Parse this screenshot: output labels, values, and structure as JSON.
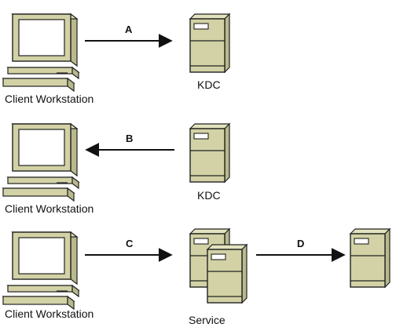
{
  "rows": [
    {
      "client_label": "Client Workstation",
      "arrow_label": "A",
      "server_label": "KDC"
    },
    {
      "client_label": "Client Workstation",
      "arrow_label": "B",
      "server_label": "KDC"
    },
    {
      "client_label": "Client Workstation",
      "arrow_label": "C",
      "server_label": "Service",
      "second_arrow_label": "D"
    }
  ],
  "colors": {
    "case_fill": "#d2d2a6",
    "case_stroke": "#222222",
    "screen_fill": "#ffffff",
    "arrow": "#111111"
  }
}
